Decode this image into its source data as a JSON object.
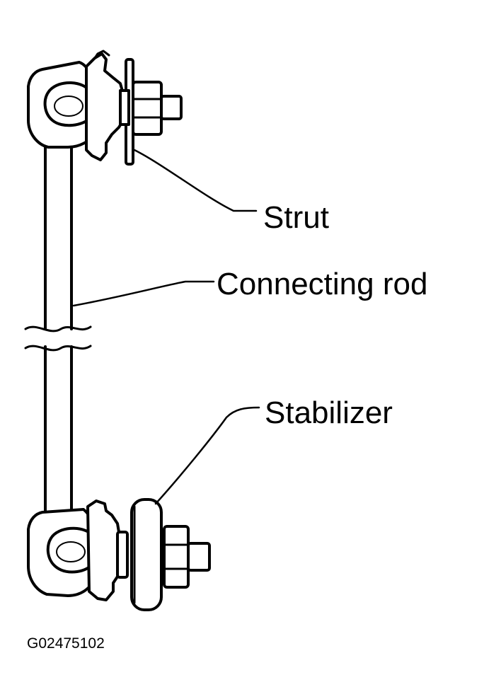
{
  "diagram": {
    "labels": {
      "strut": "Strut",
      "connecting_rod": "Connecting rod",
      "stabilizer": "Stabilizer"
    },
    "figure_code": "G02475102"
  }
}
